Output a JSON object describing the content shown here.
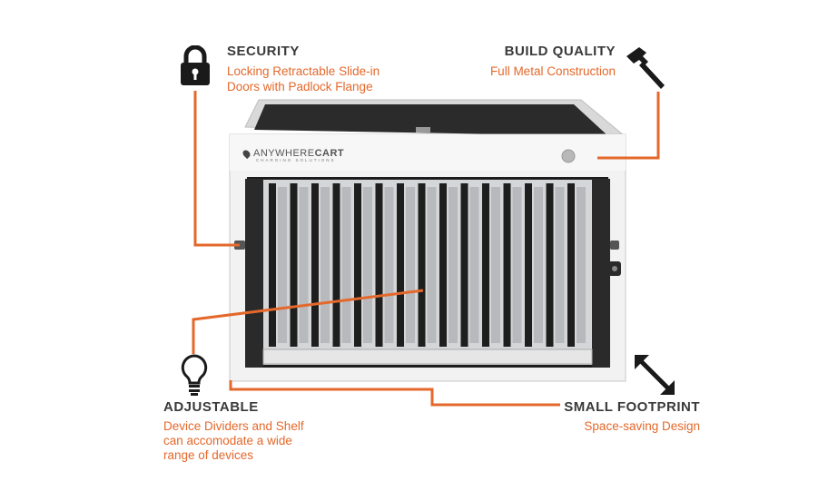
{
  "features": {
    "security": {
      "title": "SECURITY",
      "lines": [
        "Locking Retractable Slide-in",
        "Doors with Padlock Flange"
      ],
      "icon": "padlock-icon"
    },
    "build_quality": {
      "title": "BUILD QUALITY",
      "lines": [
        "Full Metal Construction"
      ],
      "icon": "hammer-icon"
    },
    "adjustable": {
      "title": "ADJUSTABLE",
      "lines": [
        "Device Dividers and Shelf",
        "can accomodate a wide",
        "range of devices"
      ],
      "icon": "lightbulb-icon"
    },
    "small_footprint": {
      "title": "SMALL FOOTPRINT",
      "lines": [
        "Space-saving Design"
      ],
      "icon": "expand-arrows-icon"
    }
  },
  "product": {
    "brand_light": "ANYWHERE",
    "brand_bold": "CART",
    "brand_sub": "CHARGING SOLUTIONS"
  },
  "colors": {
    "accent": "#e4682b",
    "heading": "#3a3a3a",
    "cabinet": "#f2f2f2"
  }
}
